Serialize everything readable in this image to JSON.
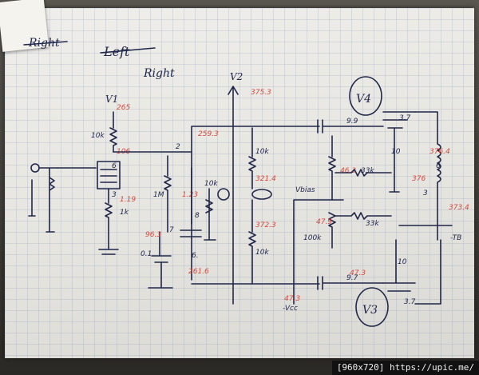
{
  "sheet": {
    "heading_struck": "Right",
    "heading_crossed": "Left",
    "heading_main": "Right"
  },
  "tubes": {
    "v1": "V1",
    "v2": "V2",
    "v3": "V3",
    "v4": "V4"
  },
  "voltages_red": {
    "v1_supply": "265",
    "v1_plate": "106",
    "v1_cathode": "1.19",
    "v2_supply": "375.3",
    "node_upper": "259.3",
    "node_b": "1.23",
    "node_c": "96.3",
    "node_d": "261.6",
    "mid_321": "321.4",
    "mid_372": "372.3",
    "right_top": "46.3",
    "right_mid": "47.9",
    "bottom": "47.3",
    "xfmr_top": "376.4",
    "xfmr_mid": "376",
    "xfmr_bot": "373.4"
  },
  "labels_ink": {
    "r_plate": "10k",
    "r_cathode": "1k",
    "r_grid": "1M",
    "pin2": "2",
    "pin7": "7",
    "pin8": "8",
    "pin6a": "6",
    "pin6b": "6.",
    "pin3": "3",
    "cap": "0.1",
    "pot": "10k",
    "r_10k_a": "10k",
    "r_10k_b": "10k",
    "r_33k_a": "33k",
    "r_33k_b": "33k",
    "r_100k": "100k",
    "v4_99": "9.9",
    "v4_37": "3.7",
    "v3_97": "9.7",
    "v3_37": "3.7",
    "ten_a": "10",
    "ten_b": "10",
    "xfmr_6": "6",
    "xfmr_3": "3",
    "tb": "-TB",
    "vbias": "Vbias",
    "vcc": "-Vcc"
  },
  "watermark": "[960x720] https://upic.me/"
}
